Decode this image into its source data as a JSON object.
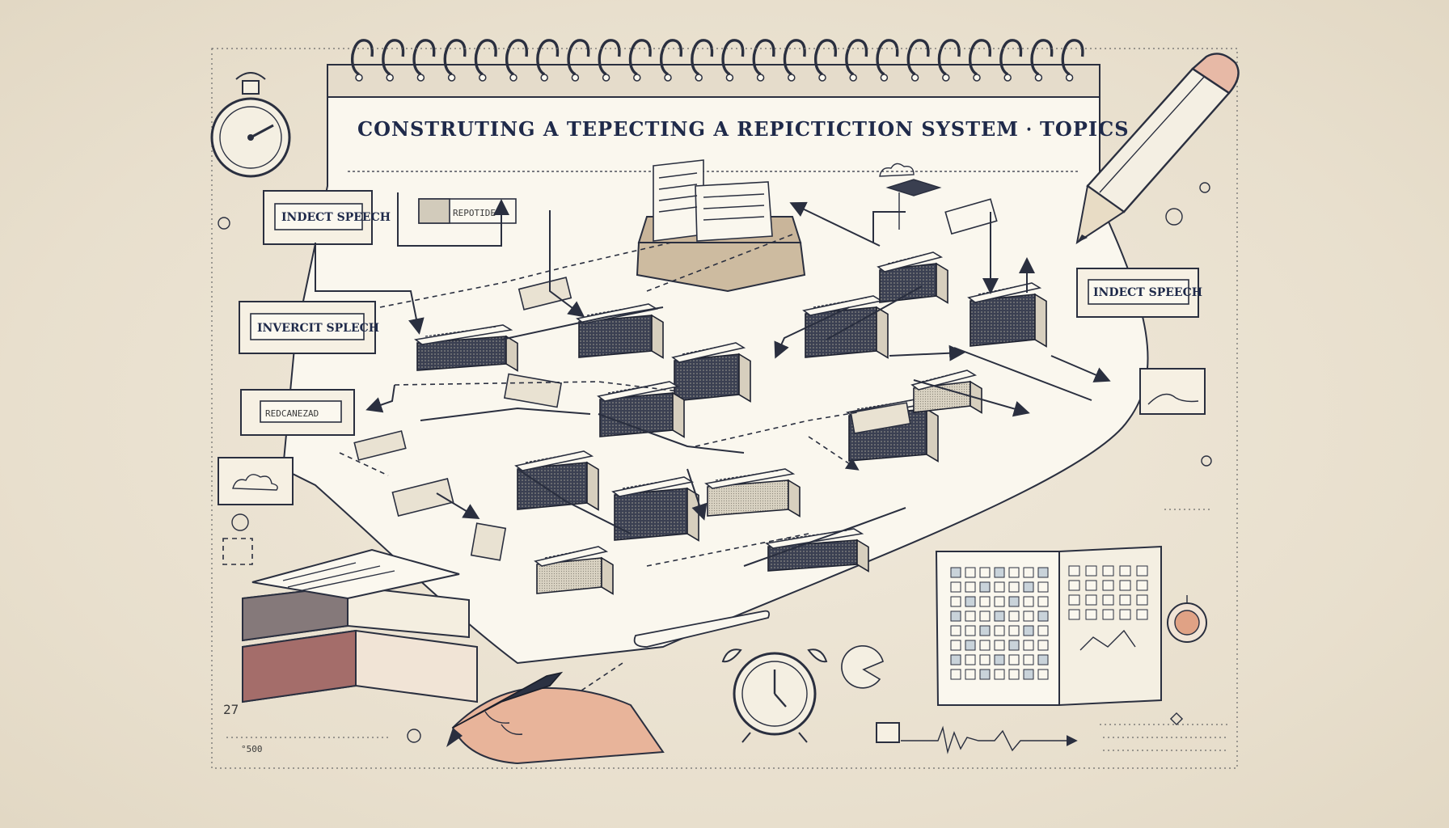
{
  "title": "CONSTRUTING A TEPECTING A REPICTICTION SYSTEM  ⸱  TOPICS",
  "labels": {
    "left_top": "INDECT SPEECH",
    "left_mid": "INVERCIT SPLECH",
    "left_low": "REDCANEZAD",
    "upper_tab": "REPOTIDE",
    "right_box": "INDECT SPEECH"
  },
  "corner_numbers": {
    "left_bottom_a": "27",
    "left_bottom_b": "°500"
  },
  "colors": {
    "paper": "#f9f6ec",
    "ink": "#2a2f3f",
    "background": "#ece3d3",
    "skin": "#e8b49a",
    "accent_red": "#d9956f"
  },
  "icons": [
    "stopwatch-icon",
    "pencil-icon",
    "book-stack-icon",
    "hand-pen-icon",
    "alarm-clock-icon",
    "open-book-icon",
    "cloud-icon",
    "graduation-cap-icon",
    "pie-icon"
  ]
}
